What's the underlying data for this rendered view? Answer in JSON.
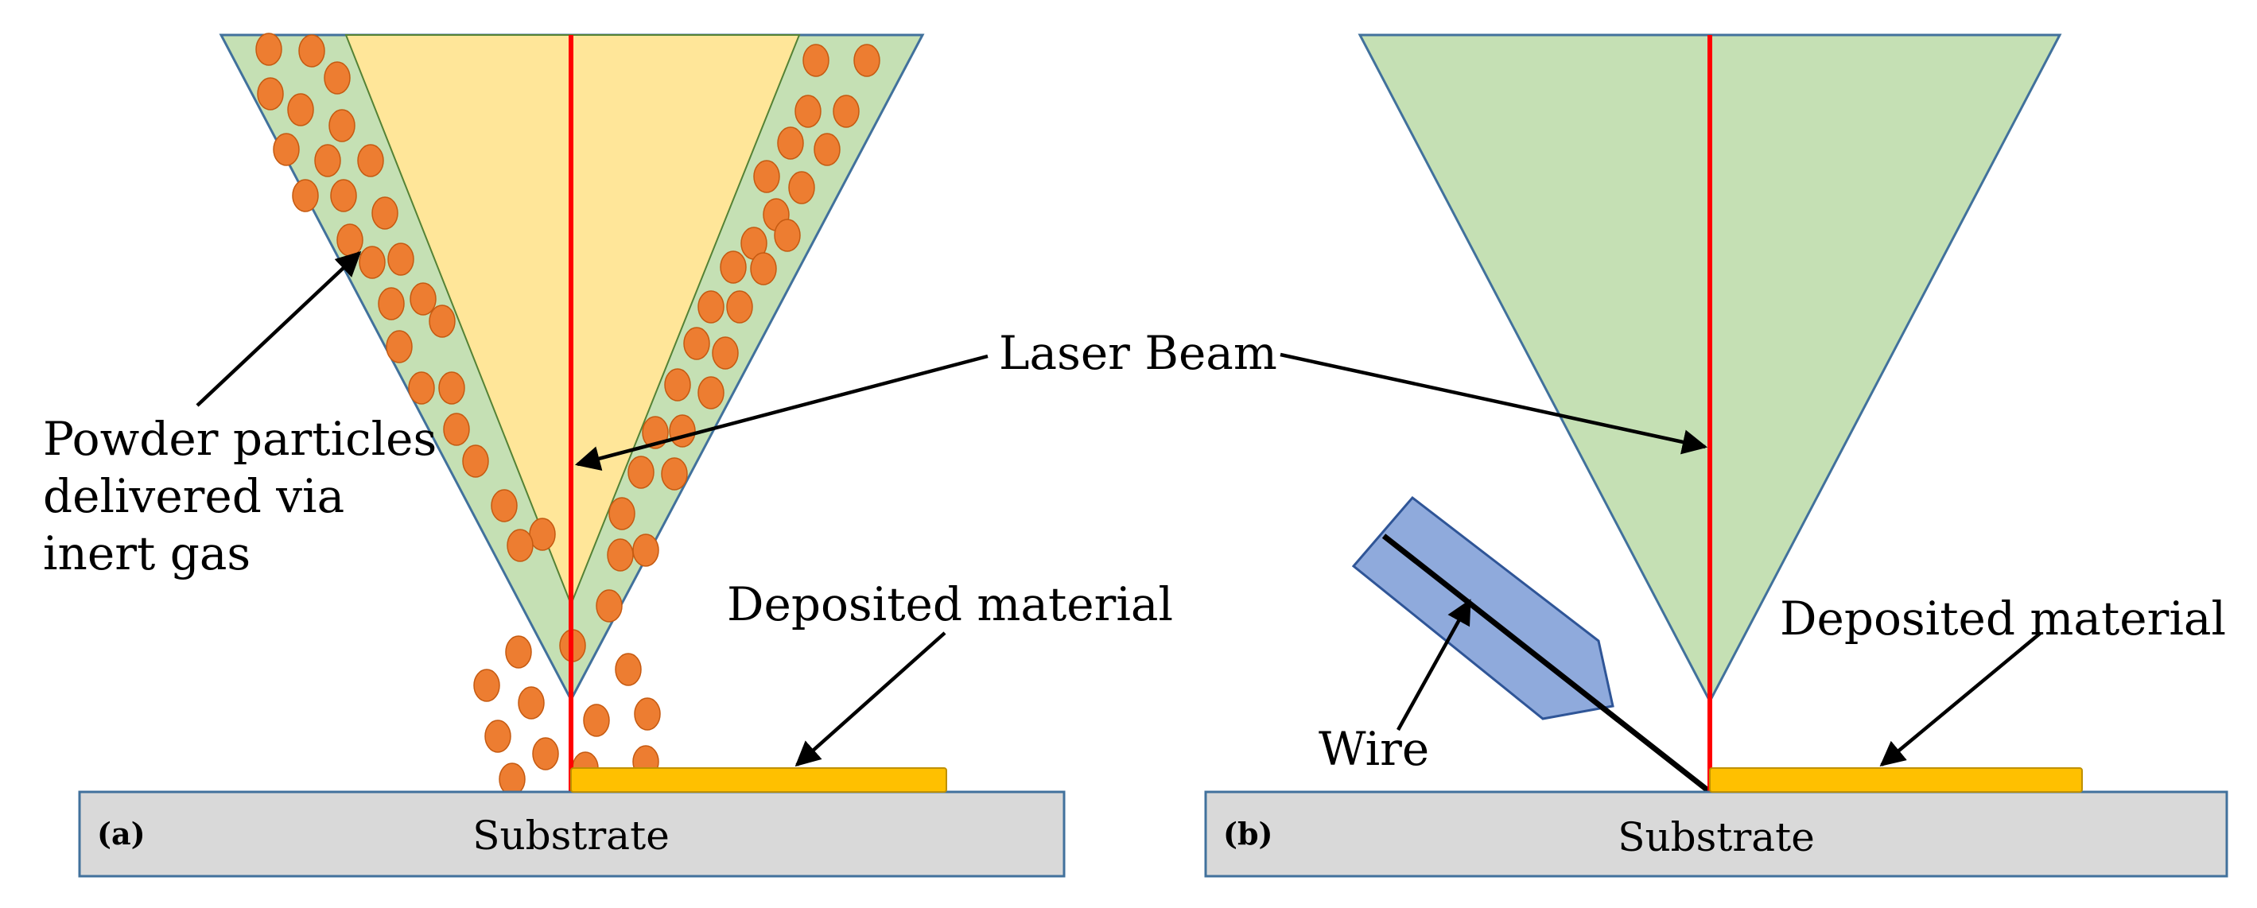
{
  "panels": {
    "a": {
      "tag": "(a)",
      "substrate_label": "Substrate",
      "laser_beam_label": "Laser Beam",
      "powder_label_lines": [
        "Powder particles",
        "delivered via",
        "inert gas"
      ],
      "deposit_label": "Deposited material"
    },
    "b": {
      "tag": "(b)",
      "substrate_label": "Substrate",
      "wire_label": "Wire",
      "deposit_label": "Deposited material"
    }
  },
  "colors": {
    "gas_cone": "#c5e0b4",
    "laser_cone": "#ffe699",
    "laser_beam": "#ff0000",
    "powder_particle": "#ed7d31",
    "deposited_material": "#ffc000",
    "substrate": "#d9d9d9",
    "wire_nozzle": "#8faadc",
    "outline": "#41719c"
  }
}
